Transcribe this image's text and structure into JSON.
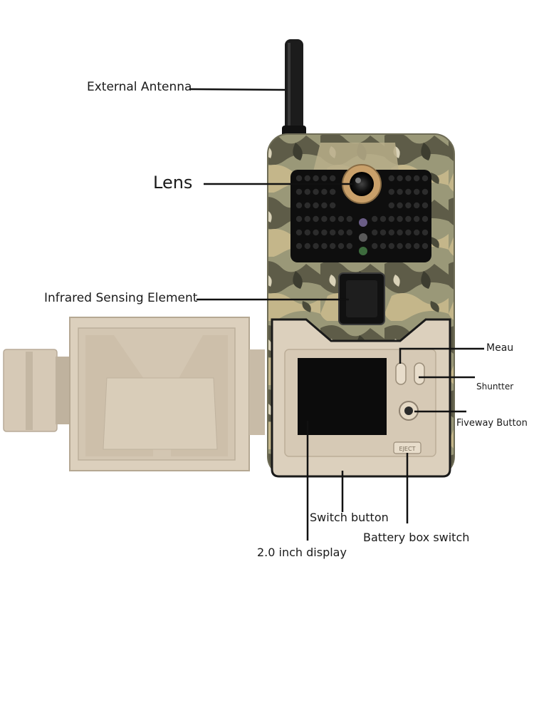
{
  "labels": {
    "antenna": "External Antenna",
    "lens": "Lens",
    "infrared": "Infrared Sensing Element",
    "menu": "Meau",
    "shutter": "Shuntter",
    "fiveway": "Fiveway Button",
    "switch_button": "Switch button",
    "battery_switch": "Battery box switch",
    "display": "2.0 inch display"
  },
  "device": {
    "eject_label": "EJECT"
  },
  "colors": {
    "housing_cream": "#d8cbb8",
    "camo_olive": "#8a8a6a",
    "camo_dark": "#4a4a3a",
    "camo_tan": "#c8b88a",
    "antenna_black": "#1a1a1a",
    "screen_black": "#0d0d0d"
  }
}
